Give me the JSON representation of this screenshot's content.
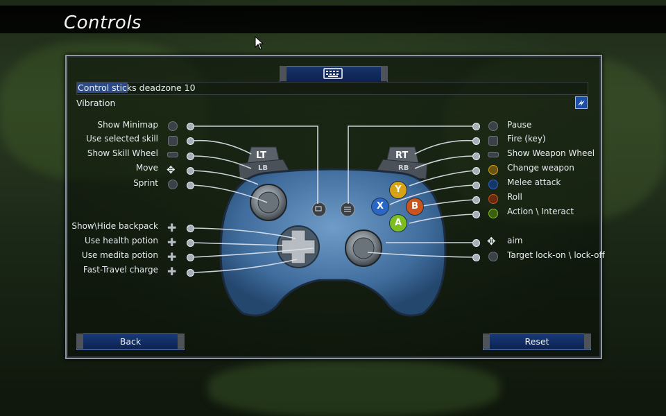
{
  "page": {
    "title": "Controls"
  },
  "settings": {
    "deadzone_label": "Control sticks deadzone",
    "deadzone_value": "10",
    "vibration_label": "Vibration"
  },
  "left_bindings": [
    {
      "label": "Show Minimap",
      "icon": "minimap-icon"
    },
    {
      "label": "Use selected skill",
      "icon": "lt-trigger-icon"
    },
    {
      "label": "Show Skill Wheel",
      "icon": "lb-bumper-icon"
    },
    {
      "label": "Move",
      "icon": "left-stick-icon"
    },
    {
      "label": "Sprint",
      "icon": "ls-click-icon"
    },
    {
      "label": "Show\\Hide backpack",
      "icon": "dpad-up-icon"
    },
    {
      "label": "Use health potion",
      "icon": "dpad-left-icon"
    },
    {
      "label": "Use medita potion",
      "icon": "dpad-right-icon"
    },
    {
      "label": "Fast-Travel charge",
      "icon": "dpad-down-icon"
    }
  ],
  "right_bindings": [
    {
      "label": "Pause",
      "icon": "menu-button-icon"
    },
    {
      "label": "Fire (key)",
      "icon": "rt-trigger-icon"
    },
    {
      "label": "Show Weapon Wheel",
      "icon": "rb-bumper-icon"
    },
    {
      "label": "Change weapon",
      "icon": "y-button-icon"
    },
    {
      "label": "Melee attack",
      "icon": "x-button-icon"
    },
    {
      "label": "Roll",
      "icon": "b-button-icon"
    },
    {
      "label": "Action \\ Interact",
      "icon": "a-button-icon"
    },
    {
      "label": "aim",
      "icon": "right-stick-icon"
    },
    {
      "label": "Target lock-on \\ lock-off",
      "icon": "rs-click-icon"
    }
  ],
  "controller": {
    "lt": "LT",
    "lb": "LB",
    "rt": "RT",
    "rb": "RB",
    "y": "Y",
    "x": "X",
    "b": "B",
    "a": "A",
    "colors": {
      "body": "#4f7fb0",
      "y": "#d6a316",
      "x": "#2a66c6",
      "b": "#c9541c",
      "a": "#7cbd22"
    }
  },
  "footer": {
    "back_label": "Back",
    "reset_label": "Reset"
  }
}
